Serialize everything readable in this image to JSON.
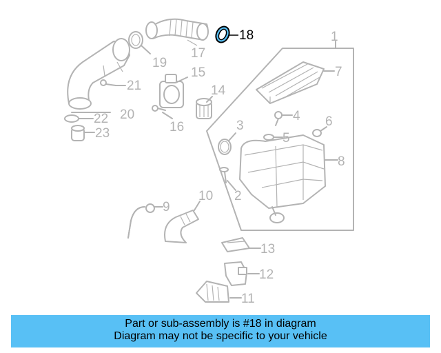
{
  "diagram": {
    "highlighted_part": "18",
    "callouts": [
      "1",
      "2",
      "3",
      "4",
      "5",
      "6",
      "7",
      "8",
      "9",
      "10",
      "11",
      "12",
      "13",
      "14",
      "15",
      "16",
      "17",
      "18",
      "19",
      "20",
      "21",
      "22",
      "23"
    ],
    "highlight_color": "#58c0f5"
  },
  "banner": {
    "line1": "Part or sub-assembly is #18 in diagram",
    "line2": "Diagram may not be specific to your vehicle"
  }
}
